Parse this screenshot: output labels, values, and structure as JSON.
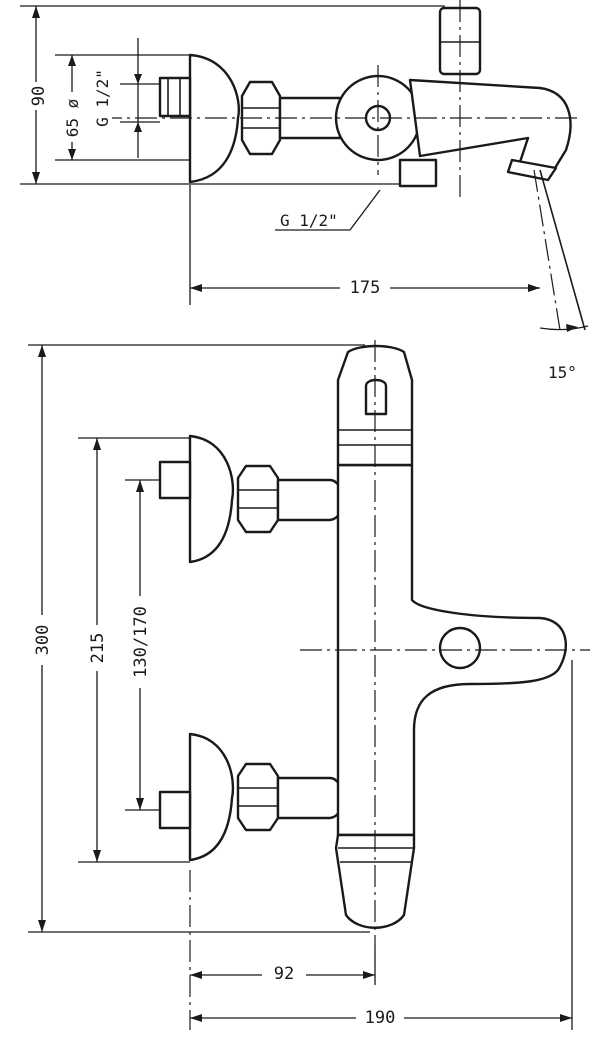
{
  "dimensions": {
    "top_height": "90",
    "pipe_dia": "65 ø",
    "thread_side": "G 1/2\"",
    "thread_bottom": "G 1/2\"",
    "depth": "175",
    "angle": "15°",
    "total_height": "300",
    "outer_spacing": "215",
    "inner_spacing": "130/170",
    "inlet_offset": "92",
    "total_width": "190"
  },
  "colors": {
    "line": "#1a1a1a",
    "background": "#ffffff"
  }
}
